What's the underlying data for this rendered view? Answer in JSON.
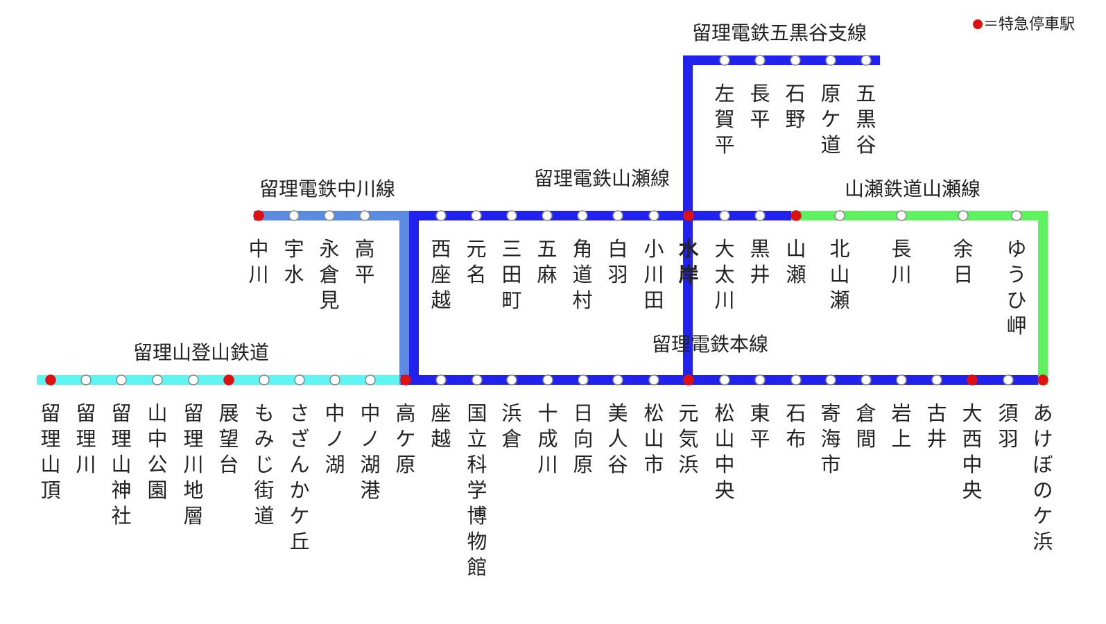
{
  "colors": {
    "main_line": "#2222ee",
    "nakagawa_line": "#5b8be0",
    "tozan_line": "#5ff4f4",
    "yamase_tetsudo_line": "#5ff25f",
    "express_station": "#e01010",
    "normal_station_fill": "#ffffff",
    "station_outline": "#888888"
  },
  "legend": {
    "text": "＝特急停車駅"
  },
  "lines": [
    {
      "id": "main",
      "name": "留理電鉄本線"
    },
    {
      "id": "yamase",
      "name": "留理電鉄山瀬線"
    },
    {
      "id": "nakagawa",
      "name": "留理電鉄中川線"
    },
    {
      "id": "gokokudani",
      "name": "留理電鉄五黒谷支線"
    },
    {
      "id": "yamase_tetsudo",
      "name": "山瀬鉄道山瀬線"
    },
    {
      "id": "tozan",
      "name": "留理山登山鉄道"
    }
  ],
  "stations": {
    "bottom": [
      {
        "name": "留理山頂",
        "express": true
      },
      {
        "name": "留理川",
        "express": false
      },
      {
        "name": "留理山神社",
        "express": false
      },
      {
        "name": "山中公園",
        "express": false
      },
      {
        "name": "留理川地層",
        "express": false
      },
      {
        "name": "展望台",
        "express": true
      },
      {
        "name": "もみじ街道",
        "express": false
      },
      {
        "name": "さざんかケ丘",
        "express": false
      },
      {
        "name": "中ノ湖",
        "express": false
      },
      {
        "name": "中ノ湖港",
        "express": false
      },
      {
        "name": "高ケ原",
        "express": true
      },
      {
        "name": "座越",
        "express": false
      },
      {
        "name": "国立科学博物館",
        "express": false
      },
      {
        "name": "浜倉",
        "express": false
      },
      {
        "name": "十成川",
        "express": false
      },
      {
        "name": "日向原",
        "express": false
      },
      {
        "name": "美人谷",
        "express": false
      },
      {
        "name": "松山市",
        "express": false
      },
      {
        "name": "元気浜",
        "express": true
      },
      {
        "name": "松山中央",
        "express": false
      },
      {
        "name": "東平",
        "express": false
      },
      {
        "name": "石布",
        "express": false
      },
      {
        "name": "寄海市",
        "express": false
      },
      {
        "name": "倉間",
        "express": false
      },
      {
        "name": "岩上",
        "express": false
      },
      {
        "name": "古井",
        "express": false
      },
      {
        "name": "大西中央",
        "express": true
      },
      {
        "name": "須羽",
        "express": false
      },
      {
        "name": "あけぼのケ浜",
        "express": true
      }
    ],
    "middle": [
      {
        "name": "中川",
        "express": true
      },
      {
        "name": "宇水",
        "express": false
      },
      {
        "name": "永倉見",
        "express": false
      },
      {
        "name": "高平",
        "express": false
      },
      {
        "name": "西座越",
        "express": false
      },
      {
        "name": "元名",
        "express": false
      },
      {
        "name": "三田町",
        "express": false
      },
      {
        "name": "五麻",
        "express": false
      },
      {
        "name": "角道村",
        "express": false
      },
      {
        "name": "白羽",
        "express": false
      },
      {
        "name": "小川田",
        "express": false
      },
      {
        "name": "水岸",
        "express": true,
        "bold": true
      },
      {
        "name": "大太川",
        "express": false
      },
      {
        "name": "黒井",
        "express": false
      },
      {
        "name": "山瀬",
        "express": true
      },
      {
        "name": "北山瀬",
        "express": false
      },
      {
        "name": "長川",
        "express": false
      },
      {
        "name": "余日",
        "express": false
      },
      {
        "name": "ゆうひ岬",
        "express": false
      }
    ],
    "top": [
      {
        "name": "左賀平",
        "express": false
      },
      {
        "name": "長平",
        "express": false
      },
      {
        "name": "石野",
        "express": false
      },
      {
        "name": "原ケ道",
        "express": false
      },
      {
        "name": "五黒谷",
        "express": false
      }
    ]
  }
}
